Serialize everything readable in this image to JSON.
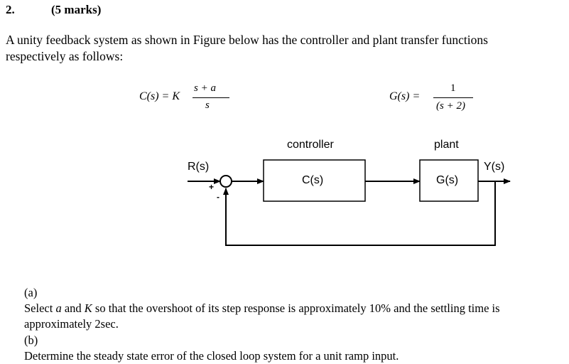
{
  "question": {
    "number": "2.",
    "marks": "(5 marks)",
    "intro_line1": "A unity feedback system as shown in Figure below has the controller and plant transfer functions",
    "intro_line2": "respectively as follows:"
  },
  "equations": {
    "controller_lhs": "C(s) = K",
    "controller_num": "s + a",
    "controller_den": "s",
    "plant_lhs": "G(s) =",
    "plant_num": "1",
    "plant_den": "(s + 2)"
  },
  "diagram": {
    "input_label": "R(s)",
    "output_label": "Y(s)",
    "controller_title": "controller",
    "controller_block": "C(s)",
    "plant_title": "plant",
    "plant_block": "G(s)",
    "plus_sign": "+",
    "minus_sign": "-"
  },
  "parts": {
    "a_label": "(a)",
    "a_text_1": "Select ",
    "a_var_a": "a",
    "a_text_2": " and ",
    "a_var_k": "K",
    "a_text_3": " so that the overshoot of its step response is approximately 10% and the settling time is approximately 2sec.",
    "b_label": "(b)",
    "b_text": "Determine the steady state error of the closed loop system for a unit ramp input."
  }
}
